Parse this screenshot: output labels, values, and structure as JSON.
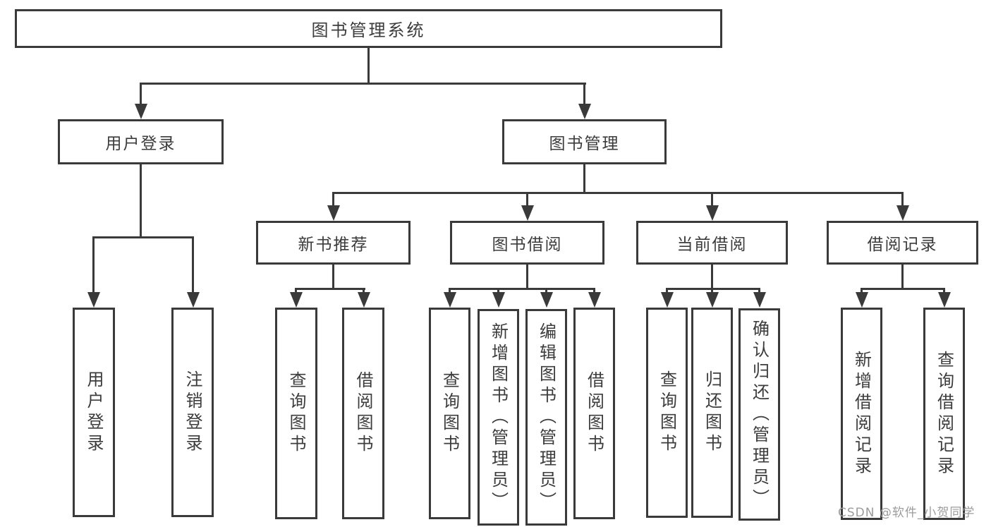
{
  "colors": {
    "line": "#3a3a3a",
    "text": "#3c3c3c",
    "box_background": "#ffffff",
    "page_background": "#ffffff",
    "watermark": "#9c9c9c"
  },
  "tree": {
    "root": {
      "label": "图书管理系统",
      "children": [
        {
          "label": "用户登录",
          "children": [
            {
              "label": "用户登录"
            },
            {
              "label": "注销登录"
            }
          ]
        },
        {
          "label": "图书管理",
          "children": [
            {
              "label": "新书推荐",
              "children": [
                {
                  "label": "查询图书"
                },
                {
                  "label": "借阅图书"
                }
              ]
            },
            {
              "label": "图书借阅",
              "children": [
                {
                  "label": "查询图书"
                },
                {
                  "label": "新增图书（管理员）"
                },
                {
                  "label": "编辑图书（管理员）"
                },
                {
                  "label": "借阅图书"
                }
              ]
            },
            {
              "label": "当前借阅",
              "children": [
                {
                  "label": "查询图书"
                },
                {
                  "label": "归还图书"
                },
                {
                  "label": "确认归还（管理员）"
                }
              ]
            },
            {
              "label": "借阅记录",
              "children": [
                {
                  "label": "新增借阅记录"
                },
                {
                  "label": "查询借阅记录"
                }
              ]
            }
          ]
        }
      ]
    }
  },
  "watermark": {
    "text": "CSDN @软件_小贺同学"
  }
}
